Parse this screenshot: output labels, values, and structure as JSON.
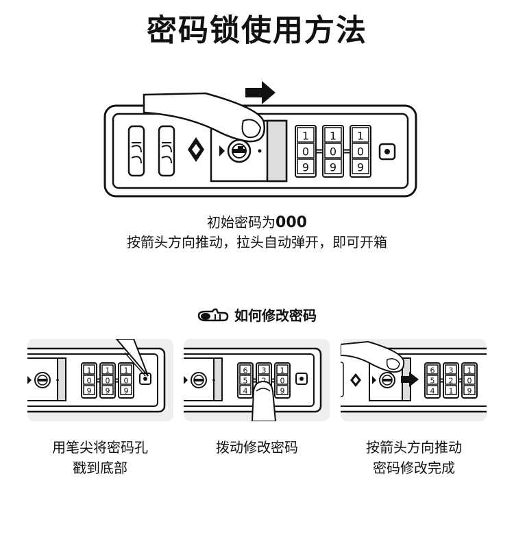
{
  "title": "密码锁使用方法",
  "intro": {
    "line1_prefix": "初始密码为",
    "line1_code": "000",
    "line2": "按箭头方向推动，拉头自动弹开，即可开箱"
  },
  "main_lock": {
    "wheels": [
      [
        "1",
        "0",
        "9"
      ],
      [
        "1",
        "0",
        "9"
      ],
      [
        "1",
        "0",
        "9"
      ]
    ]
  },
  "section_title": "如何修改密码",
  "steps": [
    {
      "caption_line1": "用笔尖将密码孔",
      "caption_line2": "戳到底部",
      "wheels": [
        [
          "1",
          "0",
          "9"
        ],
        [
          "1",
          "0",
          "9"
        ],
        [
          "1",
          "0",
          "9"
        ]
      ]
    },
    {
      "caption_line1": "拨动修改密码",
      "caption_line2": "",
      "wheels": [
        [
          "6",
          "5",
          "4"
        ],
        [
          "3",
          "2",
          "1"
        ],
        [
          "1",
          "0",
          "9"
        ]
      ]
    },
    {
      "caption_line1": "按箭头方向推动",
      "caption_line2": "密码修改完成",
      "wheels": [
        [
          "6",
          "5",
          "4"
        ],
        [
          "3",
          "2",
          "1"
        ],
        [
          "1",
          "0",
          "9"
        ]
      ]
    }
  ]
}
